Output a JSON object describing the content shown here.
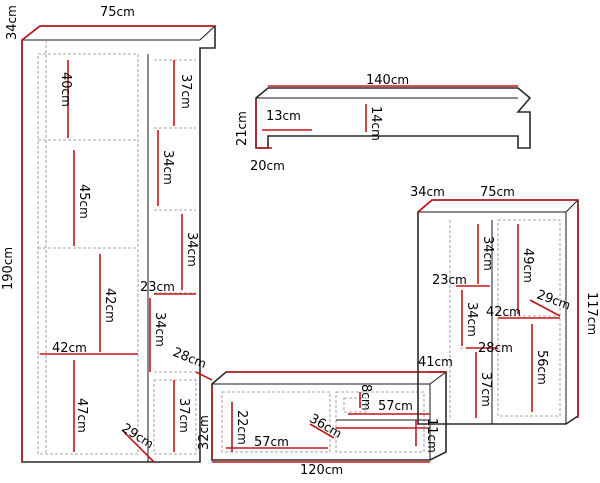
{
  "unit": "cm",
  "labels": {
    "left_width": "75",
    "left_depth": "34",
    "left_height": "190",
    "l_shelf1": "40",
    "l_shelf2": "45",
    "l_shelf3": "42",
    "l_shelf4": "47",
    "l_inner_width": "42",
    "r_col1": "37",
    "r_col2": "34",
    "r_col3": "34",
    "r_col4": "34",
    "r_col_width": "23",
    "l_bottom_depth": "28",
    "l_low_37": "37",
    "l_foot": "29",
    "shelf_length": "140",
    "shelf_height": "21",
    "shelf_depth": "20",
    "shelf_inner_13": "13",
    "shelf_inner_14": "14",
    "tv_width": "120",
    "tv_height": "32",
    "tv_depth": "41",
    "tv_inner_22": "22",
    "tv_inner_57a": "57",
    "tv_inner_57b": "57",
    "tv_inner_36": "36",
    "tv_inner_8": "8",
    "tv_inner_11": "11",
    "rc_depth": "34",
    "rc_width": "75",
    "rc_height": "117",
    "rc_34a": "34",
    "rc_23": "23",
    "rc_34b": "34",
    "rc_28": "28",
    "rc_37": "37",
    "rc_49": "49",
    "rc_42": "42",
    "rc_29": "29",
    "rc_56": "56"
  }
}
